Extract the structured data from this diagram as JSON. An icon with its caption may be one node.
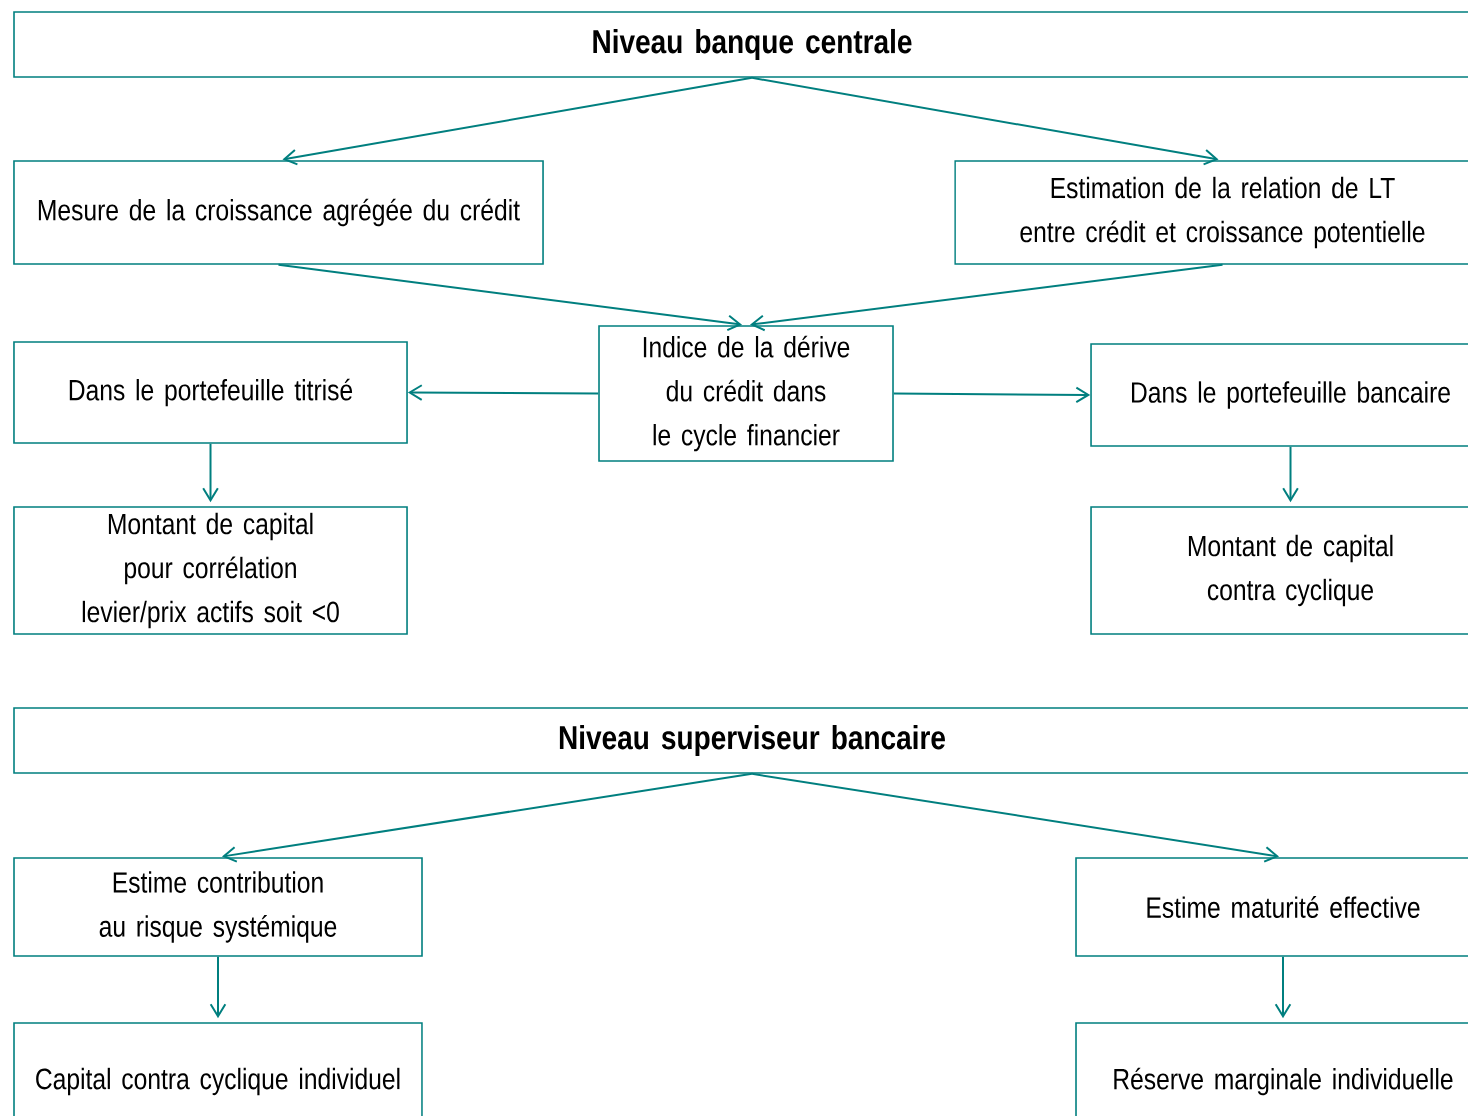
{
  "diagram": {
    "nodes": [
      {
        "text": [
          "Niveau banque centrale"
        ]
      },
      {
        "text": [
          "Mesure de la croissance agrégée du crédit"
        ]
      },
      {
        "text": [
          "Estimation de la relation de LT entre crédit et croissance potentielle"
        ]
      },
      {
        "text": [
          "Indice de la dérive du crédit dans le cycle financier"
        ]
      },
      {
        "text": [
          "Dans le portefeuille titrisé"
        ]
      },
      {
        "text": [
          "Dans le portefeuille bancaire"
        ]
      },
      {
        "text": [
          "Montant de capital pour corrélation levier/prix actifs soit <0"
        ]
      },
      {
        "text": [
          "Montant de capital contra cyclique"
        ]
      },
      {
        "text": [
          "Niveau superviseur bancaire"
        ]
      },
      {
        "text": [
          "Estime contribution au risque systémique"
        ]
      },
      {
        "text": [
          "Estime maturité effective"
        ]
      },
      {
        "text": [
          "Capital contra cyclique individuel"
        ]
      },
      {
        "text": [
          "Réserve marginale individuelle"
        ]
      }
    ],
    "edges": [
      {
        "from": 0,
        "to": 1,
        "arrow": "to"
      },
      {
        "from": 0,
        "to": 2,
        "arrow": "to"
      },
      {
        "from": 1,
        "to": 3,
        "arrow": "to"
      },
      {
        "from": 2,
        "to": 3,
        "arrow": "to"
      },
      {
        "from": 3,
        "to": 4,
        "arrow": "to"
      },
      {
        "from": 3,
        "to": 5,
        "arrow": "to"
      },
      {
        "from": 4,
        "to": 6,
        "arrow": "to"
      },
      {
        "from": 5,
        "to": 7,
        "arrow": "to"
      },
      {
        "from": 8,
        "to": 9,
        "arrow": "to"
      },
      {
        "from": 8,
        "to": 10,
        "arrow": "to"
      },
      {
        "from": 9,
        "to": 11,
        "arrow": "to"
      },
      {
        "from": 10,
        "to": 12,
        "arrow": "to"
      }
    ]
  }
}
